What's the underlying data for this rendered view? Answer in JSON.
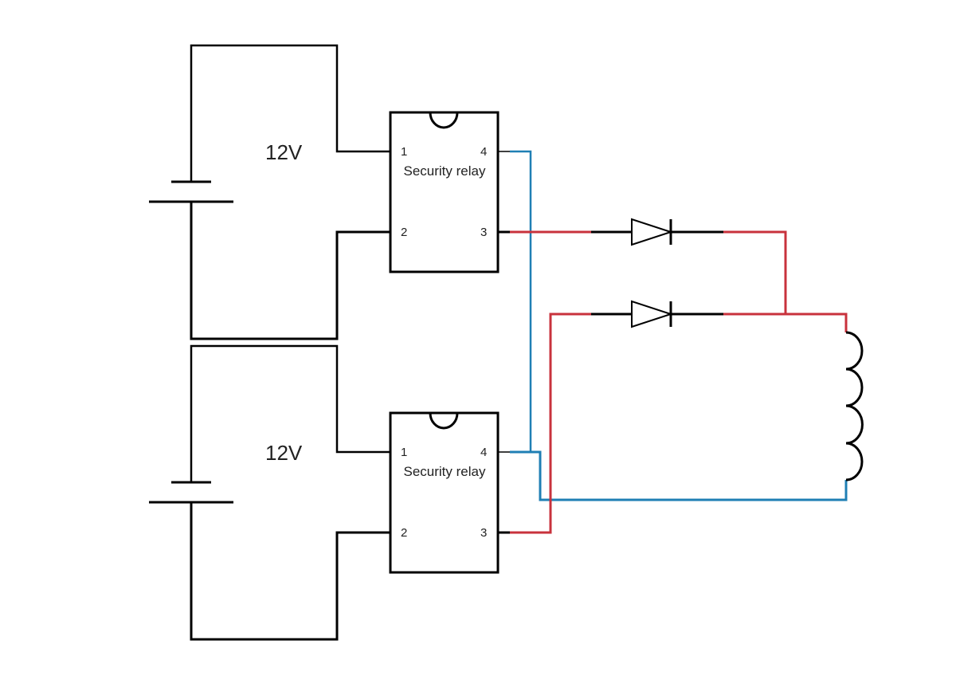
{
  "colors": {
    "wire": "#000000",
    "positive": "#c8323c",
    "negative": "#1f7fb4",
    "background": "#ffffff"
  },
  "batteries": [
    {
      "label": "12V"
    },
    {
      "label": "12V"
    }
  ],
  "relays": [
    {
      "name": "Security relay",
      "pins": [
        "1",
        "2",
        "3",
        "4"
      ]
    },
    {
      "name": "Security relay",
      "pins": [
        "1",
        "2",
        "3",
        "4"
      ]
    }
  ],
  "components": {
    "diode_count": 2,
    "inductor_coil_turns": 4
  }
}
